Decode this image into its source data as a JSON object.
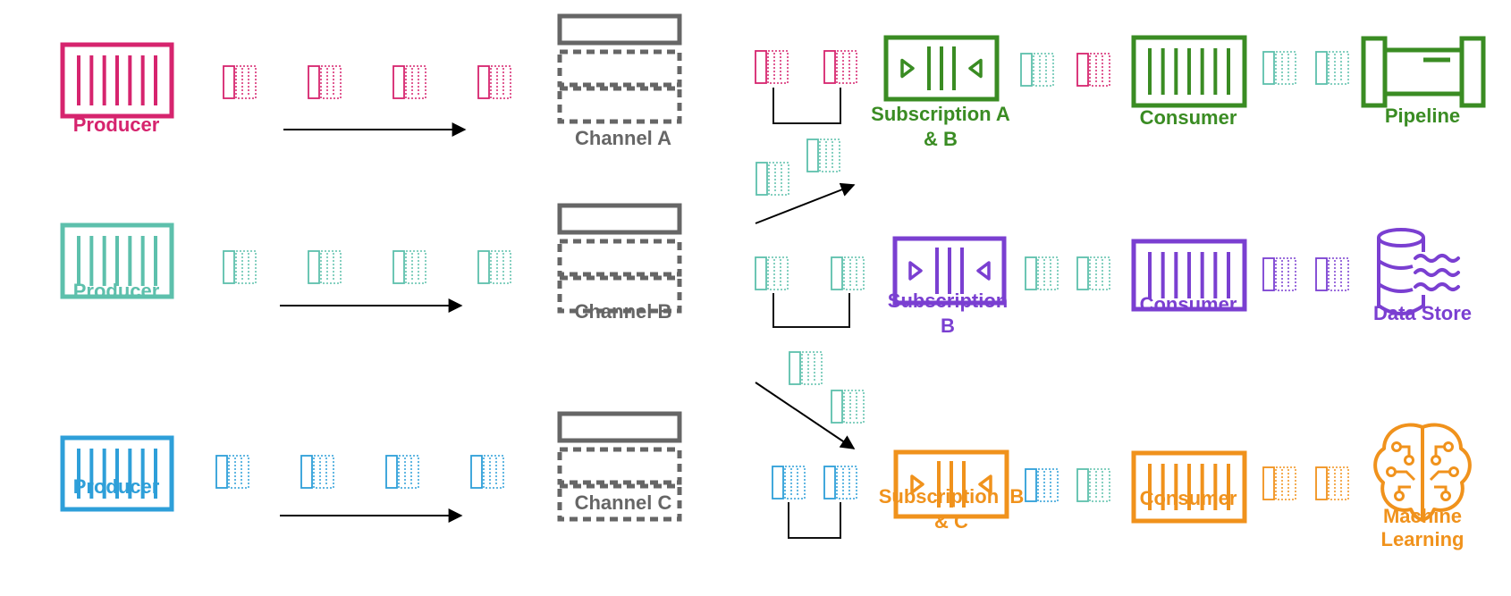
{
  "colors": {
    "pink": "#D6246E",
    "teal": "#5DC0AC",
    "blue": "#2E9FD9",
    "gray": "#666666",
    "green": "#3A8C23",
    "purple": "#7A3FD1",
    "orange": "#F0921C",
    "arrow": "#000000"
  },
  "producers": [
    {
      "label": "Producer",
      "color": "pink"
    },
    {
      "label": "Producer",
      "color": "teal"
    },
    {
      "label": "Producer",
      "color": "blue"
    }
  ],
  "channels": [
    {
      "label": "Channel A"
    },
    {
      "label": "Channel B"
    },
    {
      "label": "Channel C"
    }
  ],
  "subscriptions": [
    {
      "line1": "Subscription A",
      "line2": "& B",
      "color": "green"
    },
    {
      "line1": "Subscription",
      "line2": "B",
      "color": "purple"
    },
    {
      "line1": "Subscription  B",
      "line2": "& C",
      "color": "orange"
    }
  ],
  "consumers": [
    {
      "label": "Consumer",
      "color": "green"
    },
    {
      "label": "Consumer",
      "color": "purple"
    },
    {
      "label": "Consumer",
      "color": "orange"
    }
  ],
  "destinations": [
    {
      "label": "Pipeline",
      "icon": "pipeline-icon",
      "color": "green"
    },
    {
      "label": "Data Store",
      "icon": "database-icon",
      "color": "purple"
    },
    {
      "line1": "Machine",
      "line2": "Learning",
      "icon": "brain-circuit-icon",
      "color": "orange"
    }
  ]
}
